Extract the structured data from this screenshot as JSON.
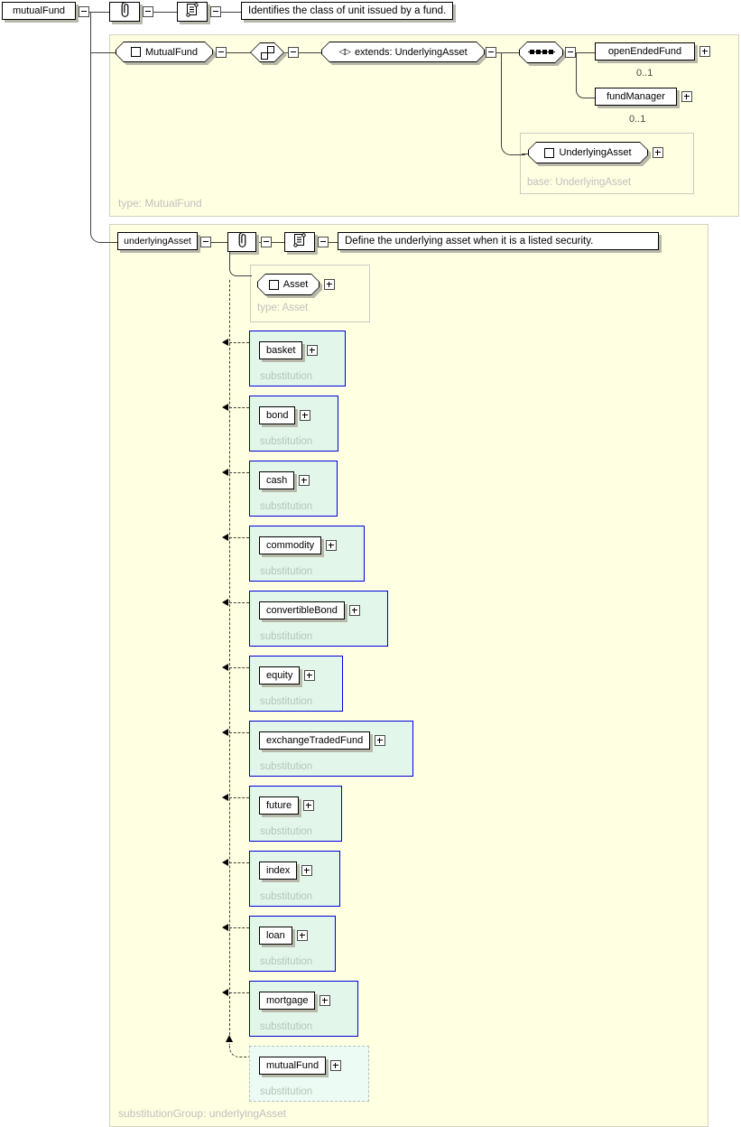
{
  "top": {
    "name": "mutualFund",
    "note": "Identifies the class of unit issued by a fund."
  },
  "mf": {
    "name": "MutualFund",
    "derivation": "extends: UnderlyingAsset",
    "children": [
      {
        "name": "openEndedFund",
        "occurs": "0..1"
      },
      {
        "name": "fundManager",
        "occurs": "0..1"
      }
    ],
    "base": {
      "name": "UnderlyingAsset",
      "label": "base: UnderlyingAsset"
    },
    "type_label": "type: MutualFund"
  },
  "ua": {
    "name": "underlyingAsset",
    "note": "Define the underlying asset when it is a listed security.",
    "asset": {
      "name": "Asset",
      "label": "type: Asset"
    },
    "substitution_label": "substitution",
    "substitutions": [
      "basket",
      "bond",
      "cash",
      "commodity",
      "convertibleBond",
      "equity",
      "exchangeTradedFund",
      "future",
      "index",
      "loan",
      "mortgage",
      "mutualFund"
    ],
    "group_label": "substitutionGroup: underlyingAsset"
  },
  "colors": {
    "canvas_bg": "#ffffff",
    "panel_bg": "#ffffe1",
    "panel_border": "#d5d1c3",
    "substitution_bg": "#e2f7ea",
    "substitution_border": "#0000dd",
    "ghost_bg": "#ecfbf3",
    "ghost_border": "#b3c6b8",
    "muted_label": "#c0c0c0",
    "box_shadow": "#b9b9ab",
    "connector": "#404040"
  },
  "icons": {
    "annotation": "paperclip-icon",
    "documentation": "scroll-icon",
    "collapse_toggle": "minus-box-icon",
    "expand_toggle": "plus-box-icon",
    "element": "square-icon",
    "sequence": "sequence-dots-icon",
    "complex_content": "overlapping-squares-icon",
    "extension": "triangles-icon"
  }
}
